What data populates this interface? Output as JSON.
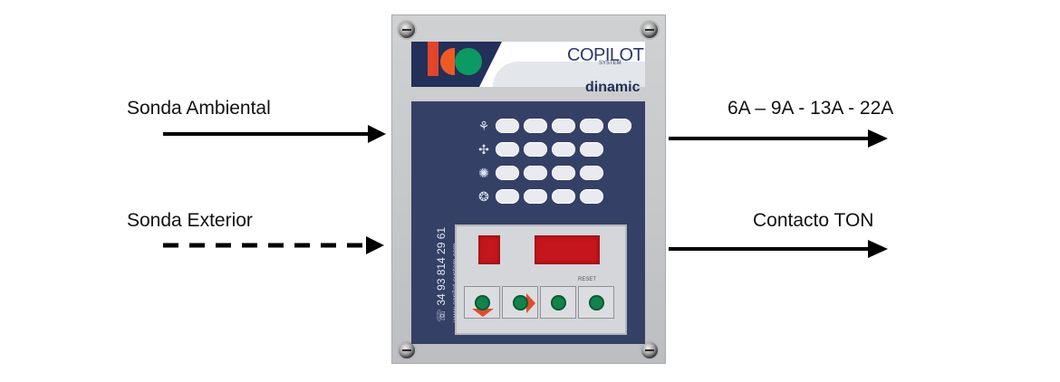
{
  "labels": {
    "sonda_ambiental": "Sonda Ambiental",
    "sonda_exterior": "Sonda Exterior",
    "currents": "6A – 9A - 13A - 22A",
    "contacto_ton": "Contacto TON"
  },
  "device": {
    "brand": "COPILOT",
    "brand_sub": "SYSTEM",
    "model": "dinamic",
    "phone": "☏ 34 93 814 29 61",
    "website": "www.copilot-system.com",
    "reset_label": "RESET",
    "icon_rows": [
      5,
      4,
      4,
      4
    ]
  },
  "colors": {
    "panel": "#344066",
    "display_red": "#c4161c",
    "button_green": "#13834e",
    "chevron": "#e44a2c",
    "logo_green": "#0c9a64",
    "logo_orange": "#ee5a23"
  }
}
